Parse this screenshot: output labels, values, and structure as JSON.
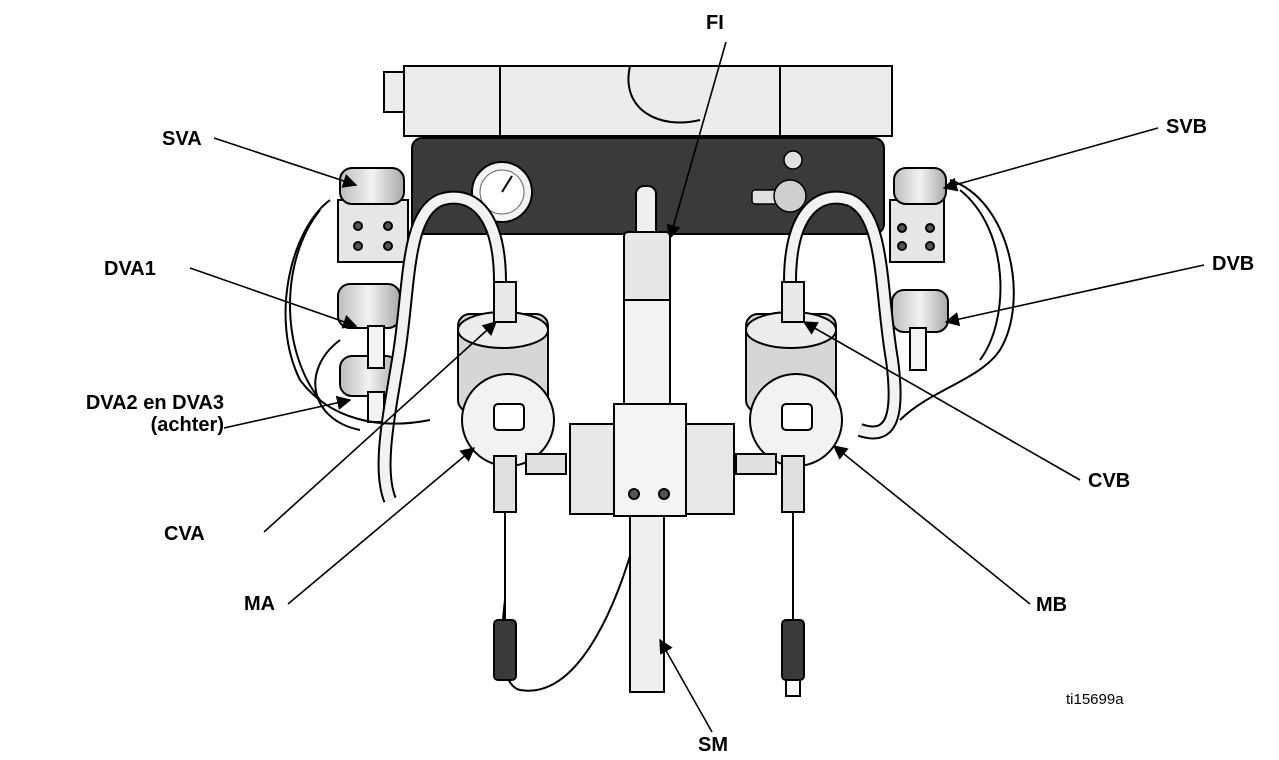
{
  "callouts": {
    "fi": "FI",
    "sva": "SVA",
    "svb": "SVB",
    "dva1": "DVA1",
    "dvb": "DVB",
    "dva2_line1": "DVA2 en DVA3",
    "dva2_line2": "(achter)",
    "cvb": "CVB",
    "cva": "CVA",
    "ma": "MA",
    "mb": "MB",
    "sm": "SM"
  },
  "figure_id": "ti15699a",
  "colors": {
    "panel": "#3a3a3a",
    "metal": "#d9d9d9",
    "outline": "#000000",
    "background": "#ffffff"
  }
}
